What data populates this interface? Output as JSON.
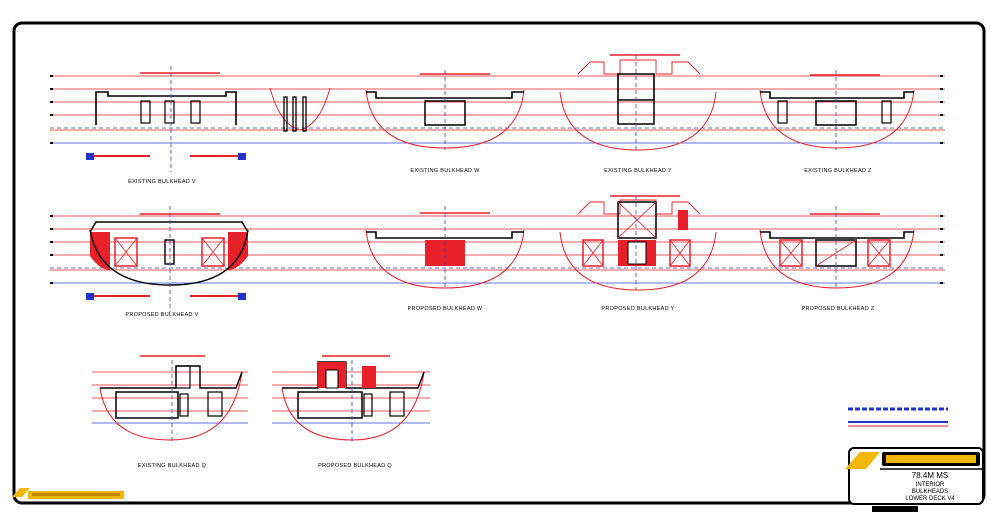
{
  "drawing": {
    "labels": {
      "existing_v": "EXISTING BULKHEAD V",
      "existing_w": "EXISTING BULKHEAD W",
      "existing_y": "EXISTING BULKHEAD Y",
      "existing_z": "EXISTING BULKHEAD Z",
      "proposed_v": "PROPOSED BULKHEAD V",
      "proposed_w": "PROPOSED BULKHEAD W",
      "proposed_y": "PROPOSED BULKHEAD Y",
      "proposed_z": "PROPOSED BULKHEAD Z",
      "existing_q": "EXISTING BULKHEAD Q",
      "proposed_q": "PROPOSED BULKHEAD Q"
    }
  },
  "title_block": {
    "line1": "78.4M MS",
    "line2": "INTERIOR",
    "line3": "BULKHEADS",
    "line4": "LOWER DECK V4"
  },
  "colors": {
    "construction": "#e8202a",
    "centerline": "#3344cc",
    "outline": "#000000"
  }
}
